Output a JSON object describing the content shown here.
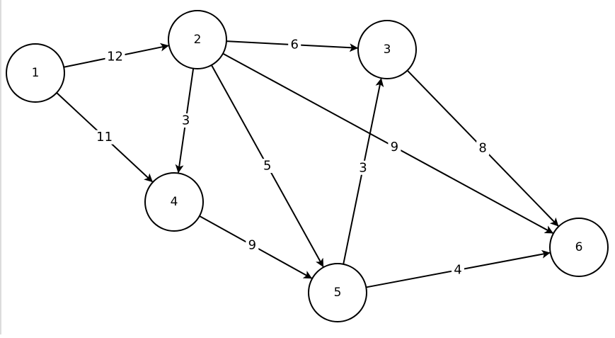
{
  "graph": {
    "directed": true,
    "nodes": [
      {
        "id": "1",
        "label": "1"
      },
      {
        "id": "2",
        "label": "2"
      },
      {
        "id": "3",
        "label": "3"
      },
      {
        "id": "4",
        "label": "4"
      },
      {
        "id": "5",
        "label": "5"
      },
      {
        "id": "6",
        "label": "6"
      }
    ],
    "edges": [
      {
        "from": "1",
        "to": "2",
        "weight": "12"
      },
      {
        "from": "1",
        "to": "4",
        "weight": "11"
      },
      {
        "from": "2",
        "to": "3",
        "weight": "6"
      },
      {
        "from": "2",
        "to": "4",
        "weight": "3"
      },
      {
        "from": "2",
        "to": "5",
        "weight": "5"
      },
      {
        "from": "2",
        "to": "6",
        "weight": "9"
      },
      {
        "from": "3",
        "to": "6",
        "weight": "8"
      },
      {
        "from": "4",
        "to": "5",
        "weight": "9"
      },
      {
        "from": "5",
        "to": "3",
        "weight": "3"
      },
      {
        "from": "5",
        "to": "6",
        "weight": "4"
      }
    ]
  },
  "colors": {
    "stroke": "#000000",
    "background": "#ffffff"
  }
}
